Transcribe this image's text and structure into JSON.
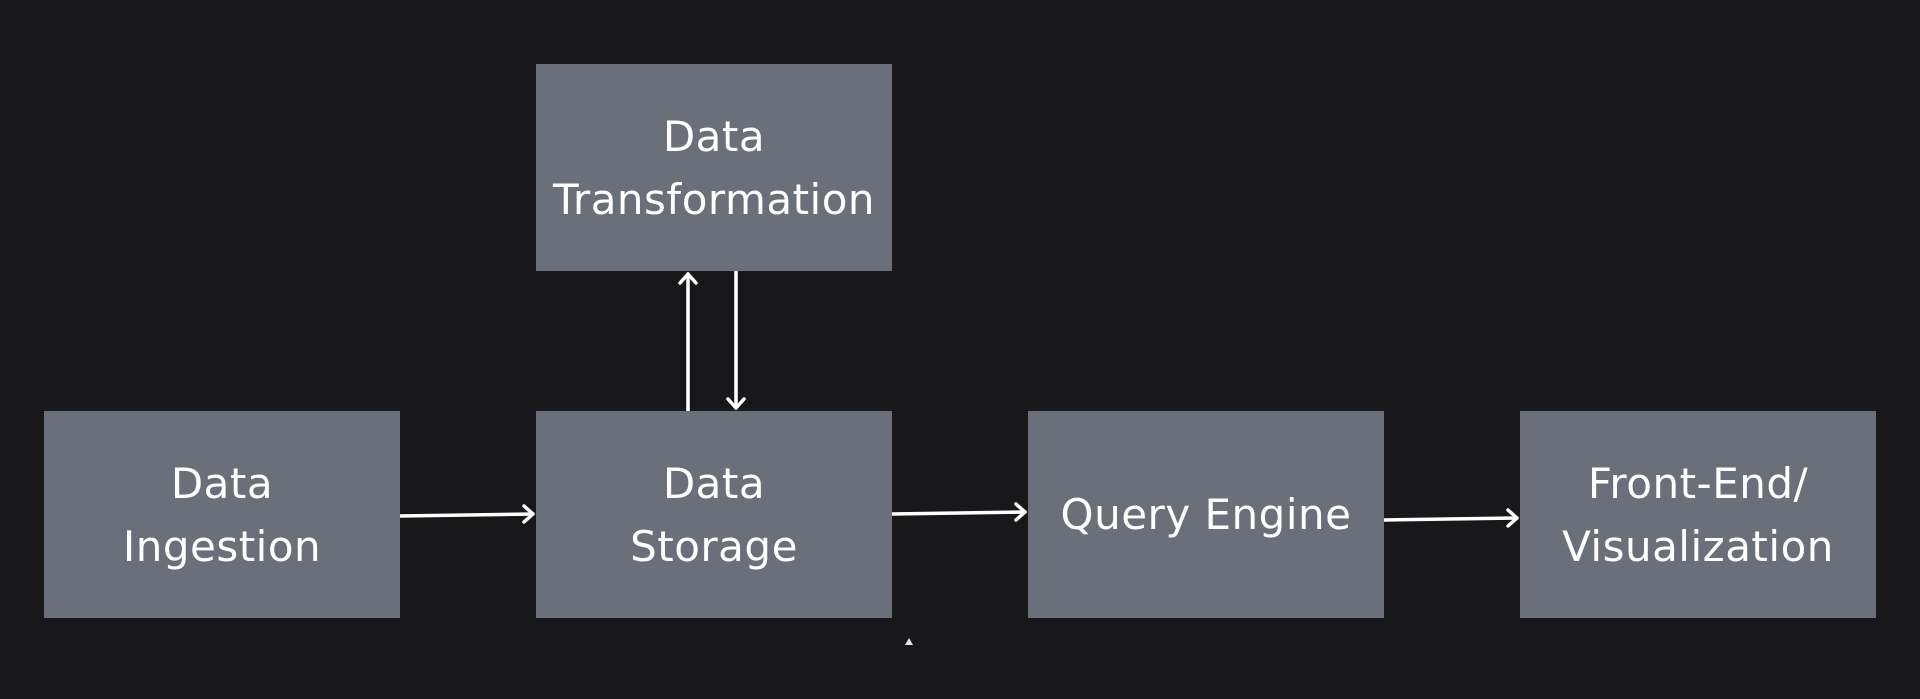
{
  "diagram": {
    "background_color": "#18181b",
    "node_color": "#6b6f7a",
    "text_color": "#ffffff",
    "edge_color": "#ffffff",
    "nodes": {
      "transformation": {
        "label": "Data\nTransformation"
      },
      "ingestion": {
        "label": "Data\nIngestion"
      },
      "storage": {
        "label": "Data\nStorage"
      },
      "query": {
        "label": "Query Engine"
      },
      "frontend": {
        "label": "Front-End/\nVisualization"
      }
    },
    "edges": [
      {
        "from": "ingestion",
        "to": "storage"
      },
      {
        "from": "storage",
        "to": "transformation"
      },
      {
        "from": "transformation",
        "to": "storage"
      },
      {
        "from": "storage",
        "to": "query"
      },
      {
        "from": "query",
        "to": "frontend"
      }
    ]
  }
}
